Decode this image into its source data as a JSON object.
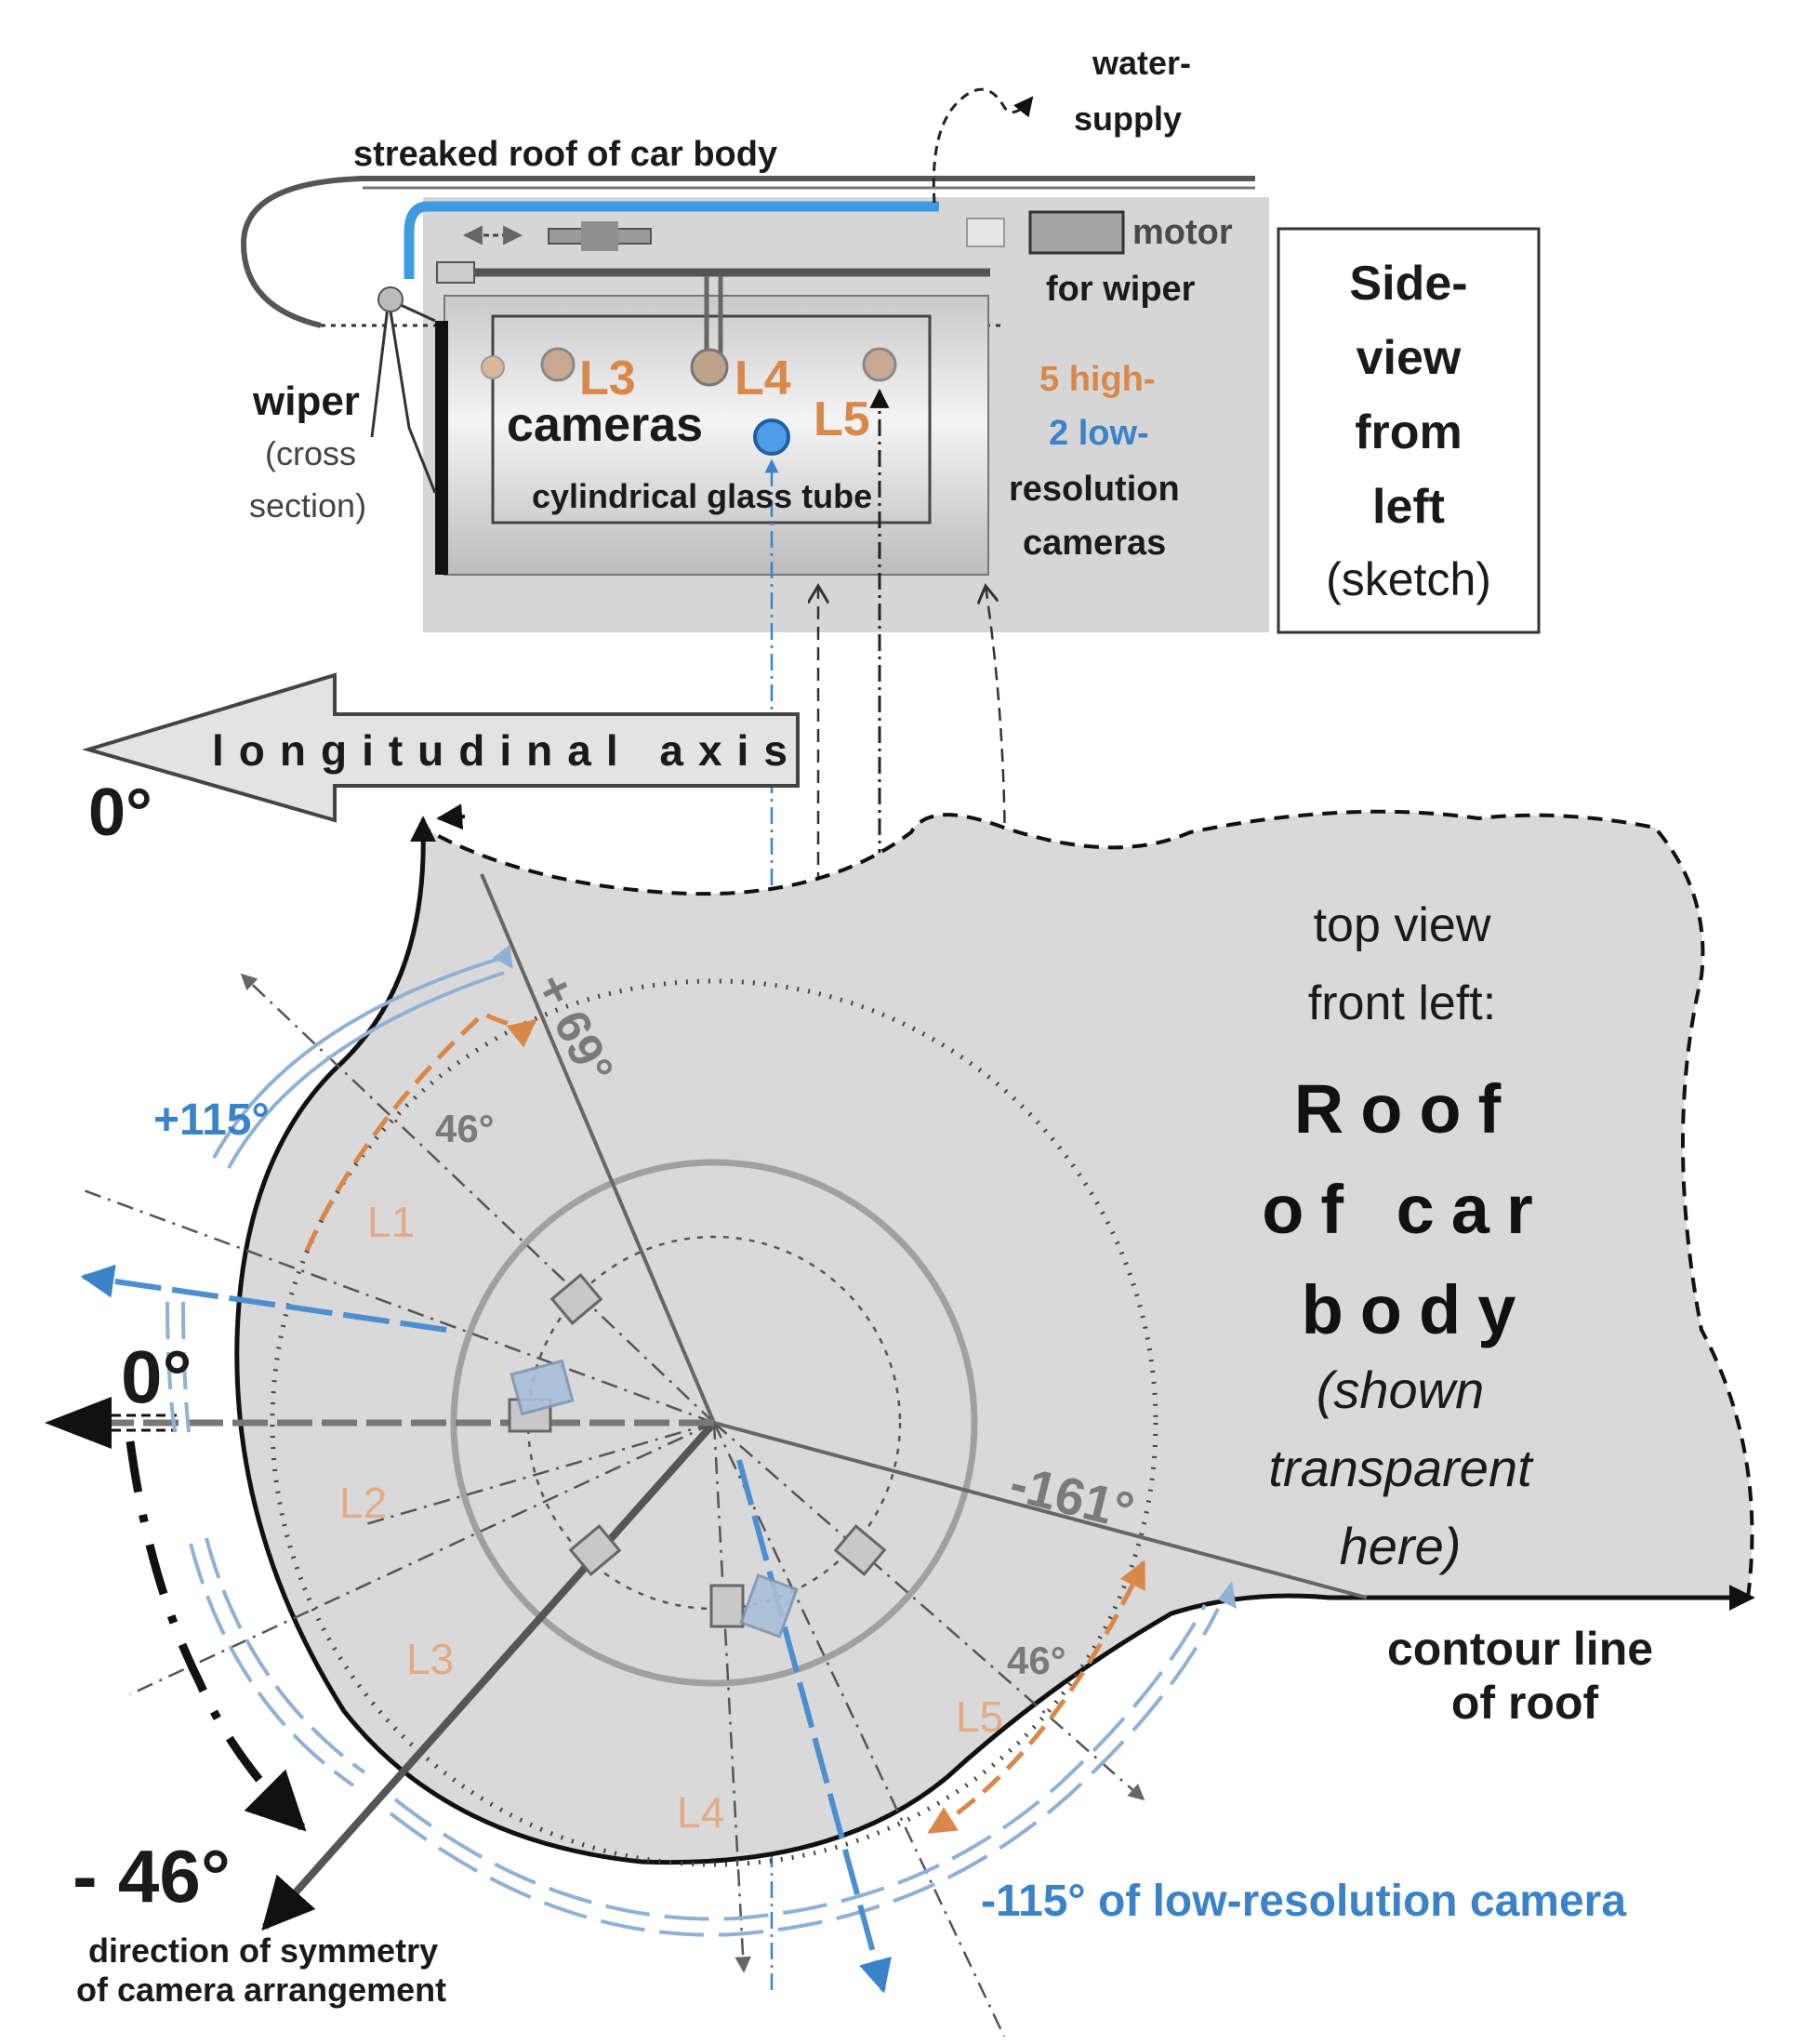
{
  "side_view": {
    "water_supply": [
      "water-",
      "supply"
    ],
    "roof_label": "streaked roof of car body",
    "motor": "motor",
    "for_wiper": "for wiper",
    "wiper": "wiper",
    "wiper_sub": [
      "(cross",
      "section)"
    ],
    "cam_l3": "L3",
    "cam_l4": "L4",
    "cam_l5": "L5",
    "cameras": "cameras",
    "glass_tube": "cylindrical glass tube",
    "res_high": "5 high-",
    "res_low": "2 low-",
    "res_text": [
      "resolution",
      "cameras"
    ],
    "box_title": [
      "Side-",
      "view",
      "from",
      "left",
      "(sketch)"
    ]
  },
  "top_view": {
    "axis_label": "longitudinal axis",
    "zero_top": "0°",
    "zero_left": "0°",
    "caption": [
      "top view",
      "front left:"
    ],
    "roof_title": [
      "Roof",
      "of car",
      "body"
    ],
    "roof_sub": [
      "(shown",
      "transparent",
      "here)"
    ],
    "angle_p69": "+ 69°",
    "angle_p115": "+115°",
    "angle_46_top": "46°",
    "angle_46_bottom": "46°",
    "angle_m161": "-161°",
    "angle_m46": "- 46°",
    "segments": [
      "L1",
      "L2",
      "L3",
      "L4",
      "L5"
    ],
    "contour": [
      "contour line",
      "of roof"
    ],
    "low_res": "-115° of low-resolution camera",
    "symmetry": [
      "direction of symmetry",
      "of camera arrangement"
    ]
  },
  "colors": {
    "orange": "#d9884a",
    "blue": "#3a83c8",
    "roof_fill": "#d9d9d9",
    "panel_fill": "#d6d6d6"
  }
}
